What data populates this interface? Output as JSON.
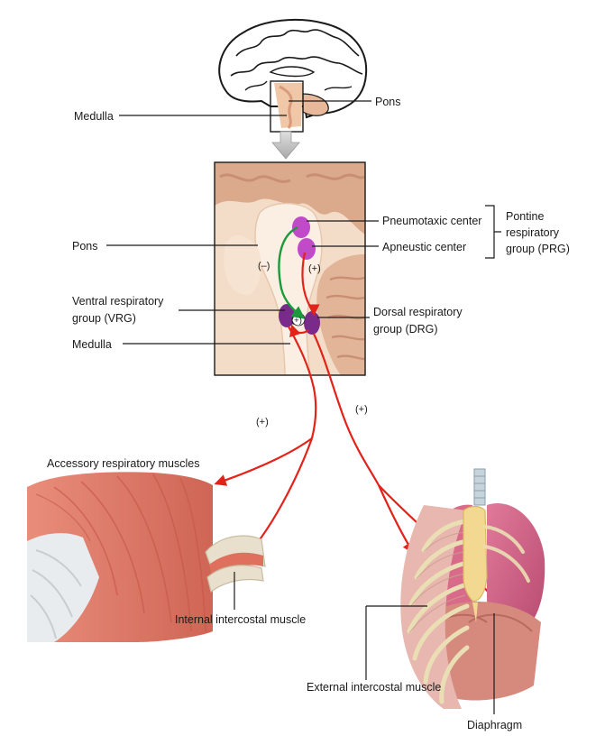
{
  "labels": {
    "medulla_top": "Medulla",
    "pons_top": "Pons",
    "pons_inset": "Pons",
    "vrg_line1": "Ventral respiratory",
    "vrg_line2": "group (VRG)",
    "medulla_inset": "Medulla",
    "pneumotaxic": "Pneumotaxic center",
    "apneustic": "Apneustic center",
    "prg_line1": "Pontine",
    "prg_line2": "respiratory",
    "prg_line3": "group (PRG)",
    "drg_line1": "Dorsal respiratory",
    "drg_line2": "group (DRG)",
    "accessory": "Accessory respiratory muscles",
    "internal_intercostal": "Internal intercostal muscle",
    "external_intercostal": "External intercostal muscle",
    "diaphragm": "Diaphragm"
  },
  "signs": {
    "inhibit": "(–)",
    "excite_pons": "(+)",
    "excite_center": "(+)",
    "excite_left": "(+)",
    "excite_right": "(+)"
  },
  "colors": {
    "excitatory_path": "#e2231a",
    "inhibitory_path": "#1a9a3a",
    "pontine_nuclei": "#c04ac8",
    "medullary_nuclei": "#7a2a8a",
    "brainstem": "#f6dcc8",
    "tissue": "#e8c4a8",
    "muscle": "#e07a6a"
  }
}
